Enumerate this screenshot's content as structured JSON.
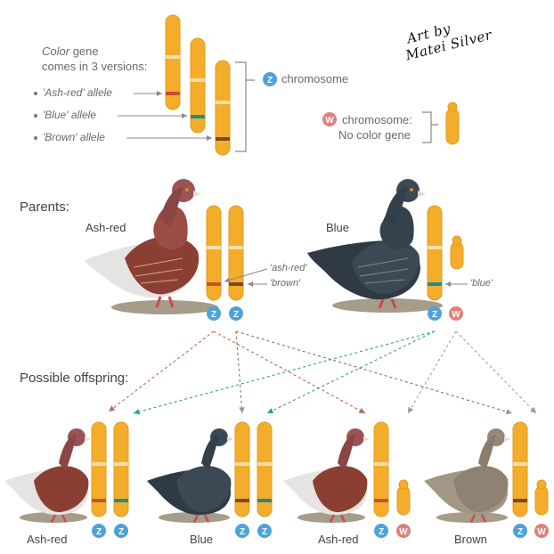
{
  "legend": {
    "intro_word": "Color",
    "intro_rest": " gene",
    "intro_line2": "comes in 3 versions:",
    "alleles": [
      "'Ash-red' allele",
      "'Blue' allele",
      "'Brown' allele"
    ],
    "z_letter": "Z",
    "z_label": "chromosome",
    "w_letter": "W",
    "w_label_line1": "chromosome:",
    "w_label_line2": "No color gene"
  },
  "signature": {
    "line1": "Art by",
    "line2": "Matei Silver"
  },
  "parents": {
    "heading": "Parents:",
    "left": {
      "name": "Ash-red",
      "label_top": "'ash-red'",
      "label_bottom": "'brown'",
      "chromosomes": [
        "Z",
        "Z"
      ]
    },
    "right": {
      "name": "Blue",
      "label": "'blue'",
      "chromosomes": [
        "Z",
        "W"
      ]
    }
  },
  "offspring": {
    "heading": "Possible offspring:",
    "items": [
      {
        "name": "Ash-red",
        "chromosomes": [
          "Z",
          "Z"
        ]
      },
      {
        "name": "Blue",
        "chromosomes": [
          "Z",
          "Z"
        ]
      },
      {
        "name": "Ash-red",
        "chromosomes": [
          "Z",
          "W"
        ]
      },
      {
        "name": "Brown",
        "chromosomes": [
          "Z",
          "W"
        ]
      }
    ]
  },
  "colors": {
    "chromosome": "#f4ad2b",
    "chromosome_edge": "#e39a1a",
    "ash_red_band": "#c8502f",
    "blue_band": "#1f8f86",
    "brown_band": "#7a4a1f",
    "z_badge": "#4da3d8",
    "w_badge": "#e0807a",
    "ash_red_bird": "#8b3f33",
    "blue_bird": "#2f3a44",
    "brown_bird": "#8f8273"
  }
}
